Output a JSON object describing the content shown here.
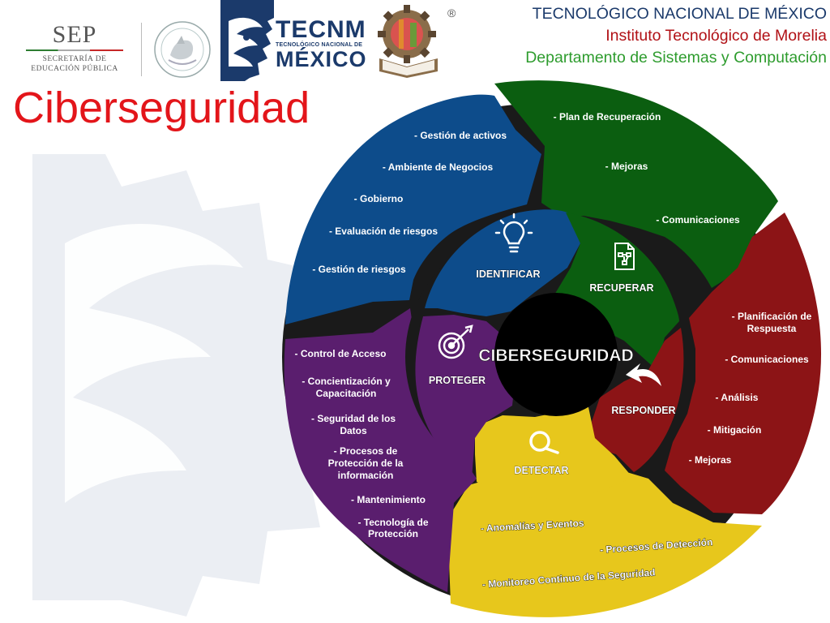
{
  "header": {
    "sep_logo": {
      "name": "SEP",
      "line1": "SECRETARÍA DE",
      "line2": "EDUCACIÓN PÚBLICA"
    },
    "tecnm_logo": {
      "name": "TECNM",
      "subtitle": "TECNOLÓGICO NACIONAL DE",
      "country": "MÉXICO"
    },
    "registered_mark": "®",
    "institution": {
      "line1": "TECNOLÓGICO NACIONAL DE MÉXICO",
      "line2": "Instituto Tecnológico de Morelia",
      "line3": "Departamento de Sistemas y Computación"
    }
  },
  "page_title": "Ciberseguridad",
  "diagram": {
    "center": "CIBERSEGURIDAD",
    "phases": {
      "identificar": {
        "label": "IDENTIFICAR",
        "color": "#0d4c8b",
        "items": [
          "- Gestión de activos",
          "- Ambiente de Negocios",
          "- Gobierno",
          "- Evaluación de riesgos",
          "- Gestión de riesgos"
        ]
      },
      "recuperar": {
        "label": "RECUPERAR",
        "color": "#0b5e10",
        "items": [
          "- Plan de Recuperación",
          "- Mejoras",
          "- Comunicaciones"
        ]
      },
      "responder": {
        "label": "RESPONDER",
        "color": "#8c1416",
        "items": [
          "- Planificación de",
          "Respuesta",
          "- Comunicaciones",
          "- Análisis",
          "- Mitigación",
          "- Mejoras"
        ]
      },
      "detectar": {
        "label": "DETECTAR",
        "color": "#e7c71c",
        "items": [
          "- Anomalías y Eventos",
          "- Procesos de Detección",
          "- Monitoreo Continuo de la Seguridad"
        ]
      },
      "proteger": {
        "label": "PROTEGER",
        "color": "#5a1e6e",
        "items": [
          "- Control de Acceso",
          "- Concientización y",
          "Capacitación",
          "- Seguridad de los",
          "Datos",
          "- Procesos de",
          "Protección de la",
          "información",
          "- Mantenimiento",
          "- Tecnología de",
          "Protección"
        ]
      }
    }
  }
}
